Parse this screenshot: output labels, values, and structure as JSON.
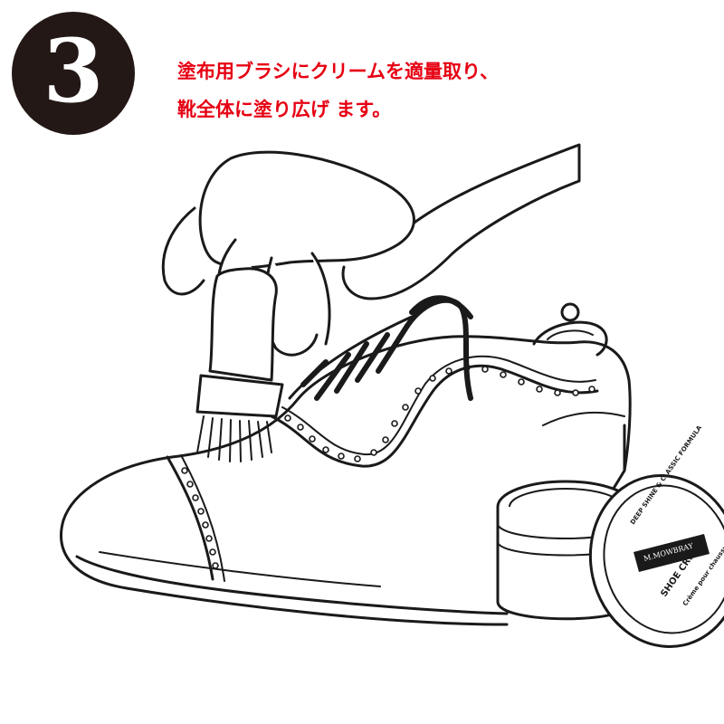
{
  "step": {
    "number": "3"
  },
  "instruction": {
    "line1": "塗布用ブラシにクリームを適量取り、",
    "line2": "靴全体に塗り広げ ます。"
  },
  "jar_label": {
    "arc_text": "DEEP SHINE & CLASSIC FORMULA",
    "brand": "M.MOWBRAY",
    "product": "SHOE CREAM",
    "subtitle": "Crème pour chaussures"
  },
  "colors": {
    "badge": "#231815",
    "instruction_text": "#e60012",
    "ink": "#1a1a1a"
  },
  "icons": {
    "step_badge": "black-circle-badge",
    "illustration": "hand-brushing-shoe-illustration"
  }
}
